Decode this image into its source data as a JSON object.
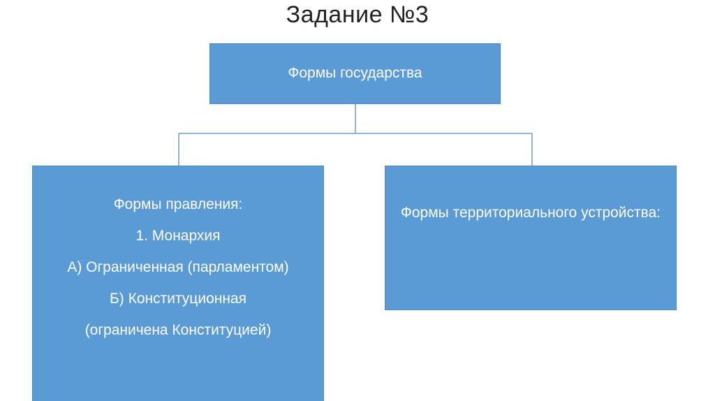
{
  "slide": {
    "title": "Задание №3"
  },
  "diagram": {
    "root": {
      "label": "Формы государства"
    },
    "left_node": {
      "lines": [
        "Формы правления:",
        "1. Монархия",
        "А) Ограниченная (парламентом)",
        "Б) Конституционная",
        "(ограничена Конституцией)"
      ]
    },
    "right_node": {
      "label": "Формы территориального устройства:"
    }
  },
  "colors": {
    "box_fill": "#5b9bd5",
    "box_border": "#4f88bd",
    "connector": "#6d9ec9",
    "text_on_box": "#ffffff",
    "title_text": "#222222"
  }
}
